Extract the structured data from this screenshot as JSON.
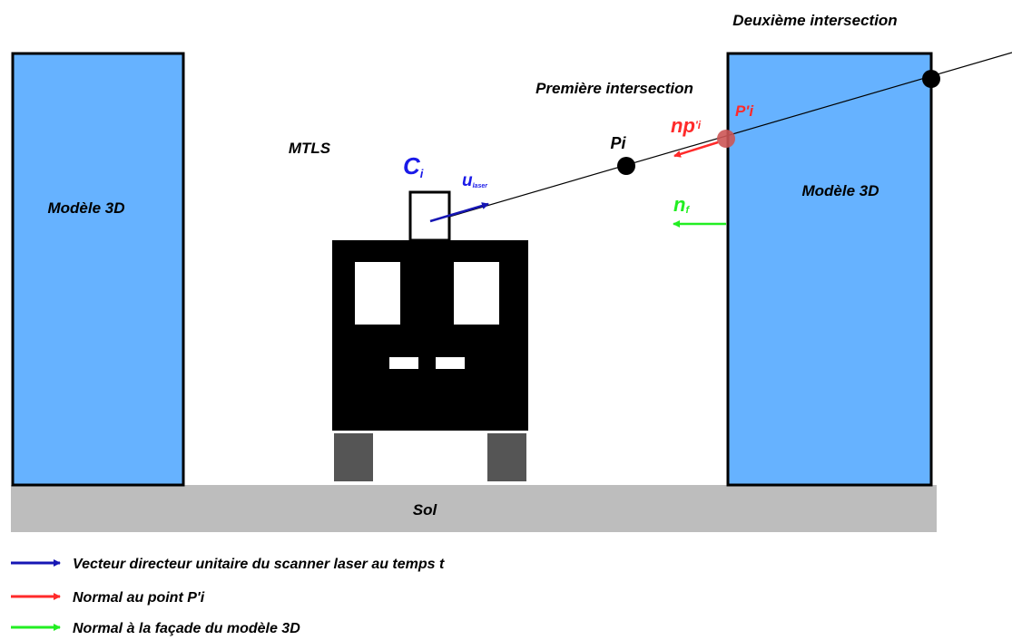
{
  "labels": {
    "deuxieme_intersection": "Deuxième intersection",
    "premiere_intersection": "Première intersection",
    "mtls": "MTLS",
    "pi": "Pi",
    "p_prime_i": "P'i",
    "ci_main": "C",
    "ci_sub": "i",
    "u_main": "u",
    "u_sub": "laser",
    "np_main": "np",
    "np_sub": "'i",
    "nf_main": "n",
    "nf_sub": "f",
    "modele_left": "Modèle 3D",
    "modele_right": "Modèle 3D",
    "sol": "Sol"
  },
  "legend": [
    {
      "text": "Vecteur directeur unitaire du scanner laser au temps t",
      "color": "#1616b4"
    },
    {
      "text": "Normal au point P'i",
      "color": "#ff2a2a"
    },
    {
      "text": "Normal à la façade du modèle 3D",
      "color": "#22ee22"
    }
  ],
  "colors": {
    "building": "#66b2ff",
    "ground": "#bdbdbd",
    "vehicle": "#000000",
    "wheels": "#555555",
    "laser_vector": "#1616b4",
    "normal_point": "#ff2a2a",
    "normal_facade": "#22ee22",
    "intersection_point": "#cc5555"
  }
}
